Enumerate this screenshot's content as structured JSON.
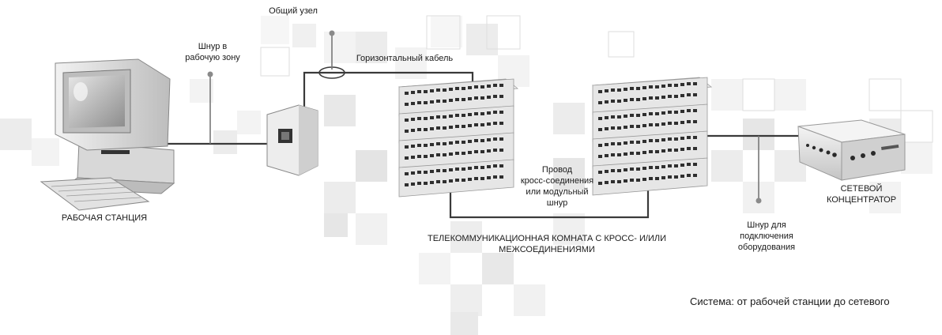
{
  "labels": {
    "common_node": "Общий узел",
    "work_cord": "Шнур в\nрабочую зону",
    "horizontal_cable": "Горизонтальный кабель",
    "cross_wire": "Провод\nкросс-соединения\nили модульный\nшнур",
    "workstation": "РАБОЧАЯ СТАНЦИЯ",
    "telecom_room": "ТЕЛЕКОММУНИКАЦИОННАЯ КОМНАТА С КРОСС- И/ИЛИ\nМЕЖСОЕДИНЕНИЯМИ",
    "equipment_cord": "Шнур для\nподключения\nоборудования",
    "network_hub": "СЕТЕВОЙ\nКОНЦЕНТРАТОР"
  },
  "caption": "Система: от рабочей станции до сетевого",
  "icons": [
    "workstation-icon",
    "wall-outlet-icon",
    "patch-panel-icon",
    "network-hub-icon"
  ]
}
